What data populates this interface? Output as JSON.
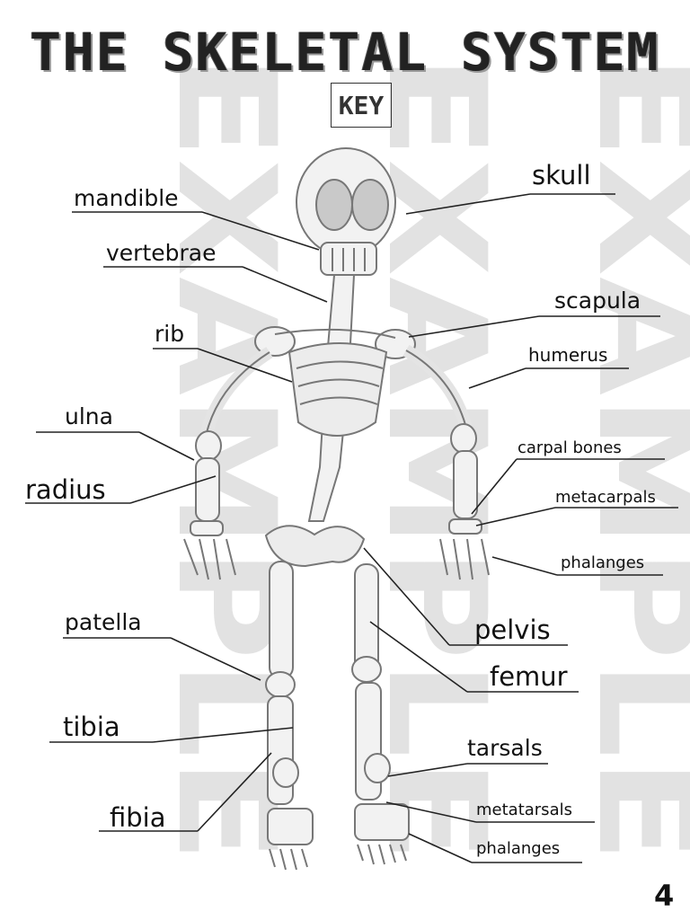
{
  "title": "THE SKELETAL SYSTEM",
  "key": "KEY",
  "watermark": "EXAMPLE",
  "page_number": "4",
  "labels": {
    "skull": "skull",
    "mandible": "mandible",
    "vertebrae": "vertebrae",
    "scapula": "scapula",
    "rib": "rib",
    "humerus": "humerus",
    "ulna": "ulna",
    "carpal_bones": "carpal bones",
    "radius": "radius",
    "metacarpals": "metacarpals",
    "phalanges_hand": "phalanges",
    "patella": "patella",
    "pelvis": "pelvis",
    "femur": "femur",
    "tibia": "tibia",
    "tarsals": "tarsals",
    "fibia": "fibia",
    "metatarsals": "metatarsals",
    "phalanges_foot": "phalanges"
  }
}
